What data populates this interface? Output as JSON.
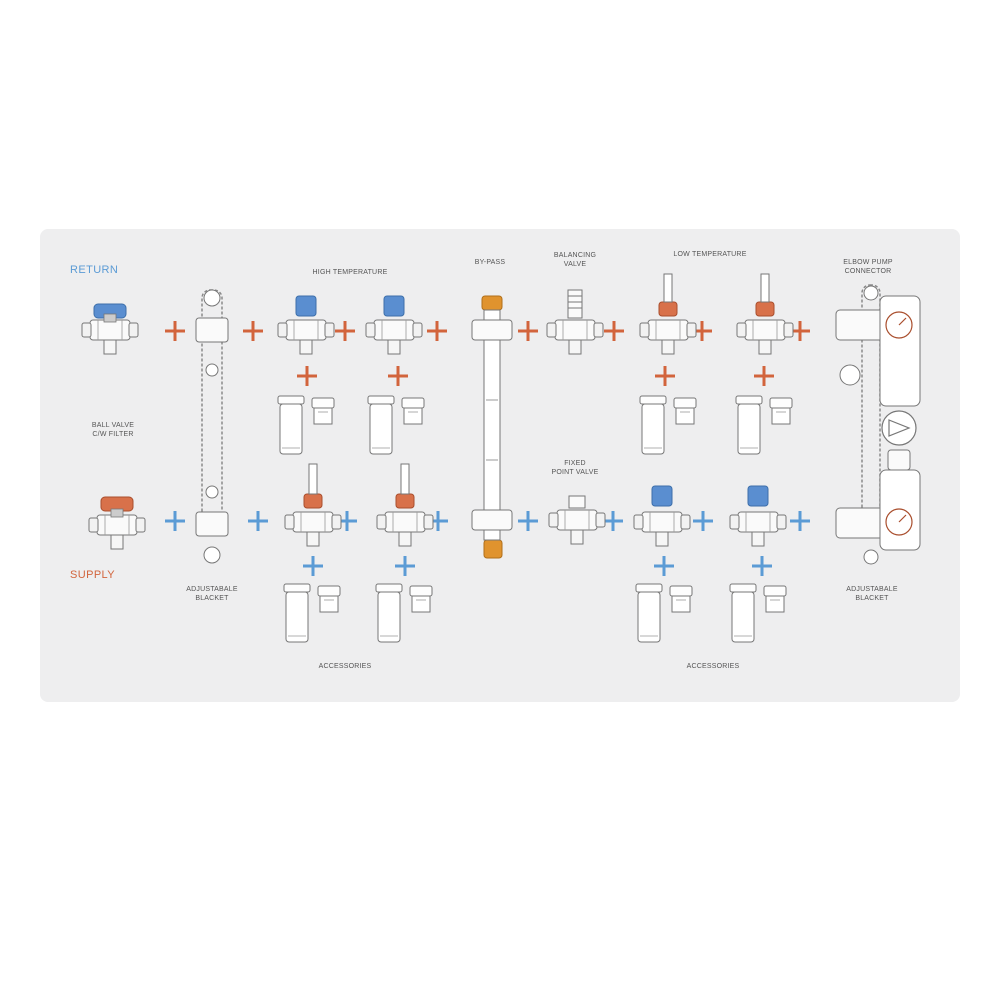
{
  "colors": {
    "return": "#5b9bd5",
    "supply": "#d2643c",
    "return_cap": "#5a8ed0",
    "supply_cap": "#d8714a",
    "bypass_cap": "#e0932e",
    "panel": "#eeeeef",
    "line": "#8a8a8a"
  },
  "labels": {
    "return": "RETURN",
    "supply": "SUPPLY",
    "high_temperature": "HIGH TEMPERATURE",
    "by_pass": "BY-PASS",
    "balancing_valve": [
      "BALANCING",
      "VALVE"
    ],
    "low_temperature": "LOW TEMPERATURE",
    "elbow_pump_connector": [
      "ELBOW PUMP",
      "CONNECTOR"
    ],
    "ball_valve": [
      "BALL VALVE",
      "C/W FILTER"
    ],
    "fixed_point_valve": [
      "FIXED",
      "POINT VALVE"
    ],
    "adjustable_bracket_left": [
      "ADJUSTABALE",
      "BLACKET"
    ],
    "adjustable_bracket_right": [
      "ADJUSTABALE",
      "BLACKET"
    ],
    "accessories_left": "ACCESSORIES",
    "accessories_right": "ACCESSORIES"
  },
  "icons": {
    "valve": "valve-icon",
    "pump": "pump-icon",
    "gauge": "gauge-icon",
    "plus": "plus-icon",
    "accessory": "actuator-icon"
  }
}
